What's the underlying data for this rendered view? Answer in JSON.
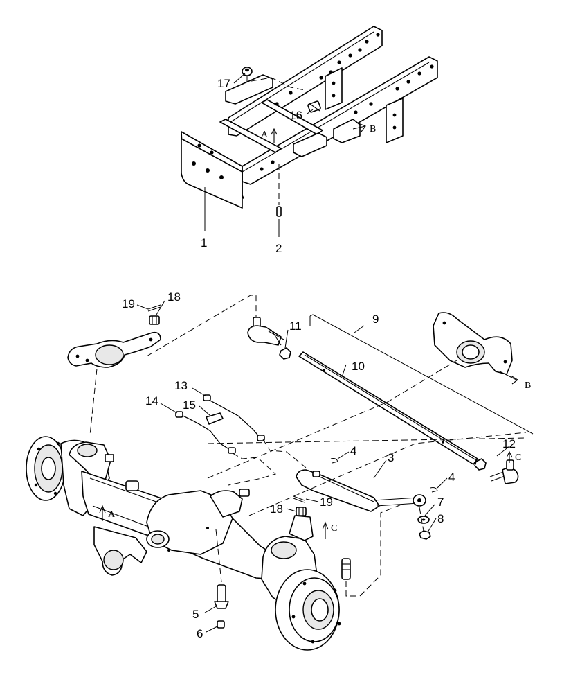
{
  "callouts": {
    "c1": "1",
    "c2": "2",
    "c3": "3",
    "c4a": "4",
    "c4b": "4",
    "c5": "5",
    "c6": "6",
    "c7": "7",
    "c8": "8",
    "c9": "9",
    "c10": "10",
    "c11": "11",
    "c12": "12",
    "c13": "13",
    "c14": "14",
    "c15": "15",
    "c16": "16",
    "c17": "17",
    "c18a": "18",
    "c18b": "18",
    "c19a": "19",
    "c19b": "19"
  },
  "references": {
    "a_top": "A",
    "b_top": "B",
    "a_axle": "A",
    "b_bracket": "B",
    "c_right": "C",
    "c_axle": "C"
  }
}
